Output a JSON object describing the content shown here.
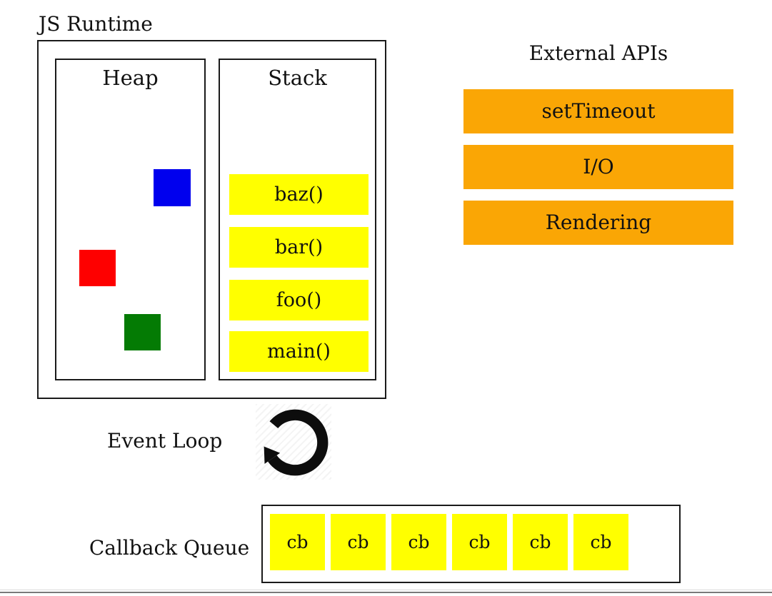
{
  "runtime": {
    "label": "JS Runtime",
    "heap": {
      "label": "Heap",
      "objects": [
        {
          "name": "blue-object",
          "color": "#0000ee"
        },
        {
          "name": "red-object",
          "color": "#fe0000"
        },
        {
          "name": "green-object",
          "color": "#047b04"
        }
      ]
    },
    "stack": {
      "label": "Stack",
      "frames": [
        "baz()",
        "bar()",
        "foo()",
        "main()"
      ]
    }
  },
  "external_apis": {
    "label": "External APIs",
    "items": [
      "setTimeout",
      "I/O",
      "Rendering"
    ]
  },
  "event_loop": {
    "label": "Event Loop",
    "icon": "loop-arrow-icon"
  },
  "callback_queue": {
    "label": "Callback Queue",
    "items": [
      "cb",
      "cb",
      "cb",
      "cb",
      "cb",
      "cb"
    ]
  },
  "colors": {
    "stack_frame_yellow": "#ffff00",
    "callback_yellow": "#ffff00",
    "api_orange": "#faa605",
    "heap_blue": "#0000ee",
    "heap_red": "#fe0000",
    "heap_green": "#047b04",
    "border": "#1a1a1a",
    "icon_black": "#0d0d0d"
  }
}
